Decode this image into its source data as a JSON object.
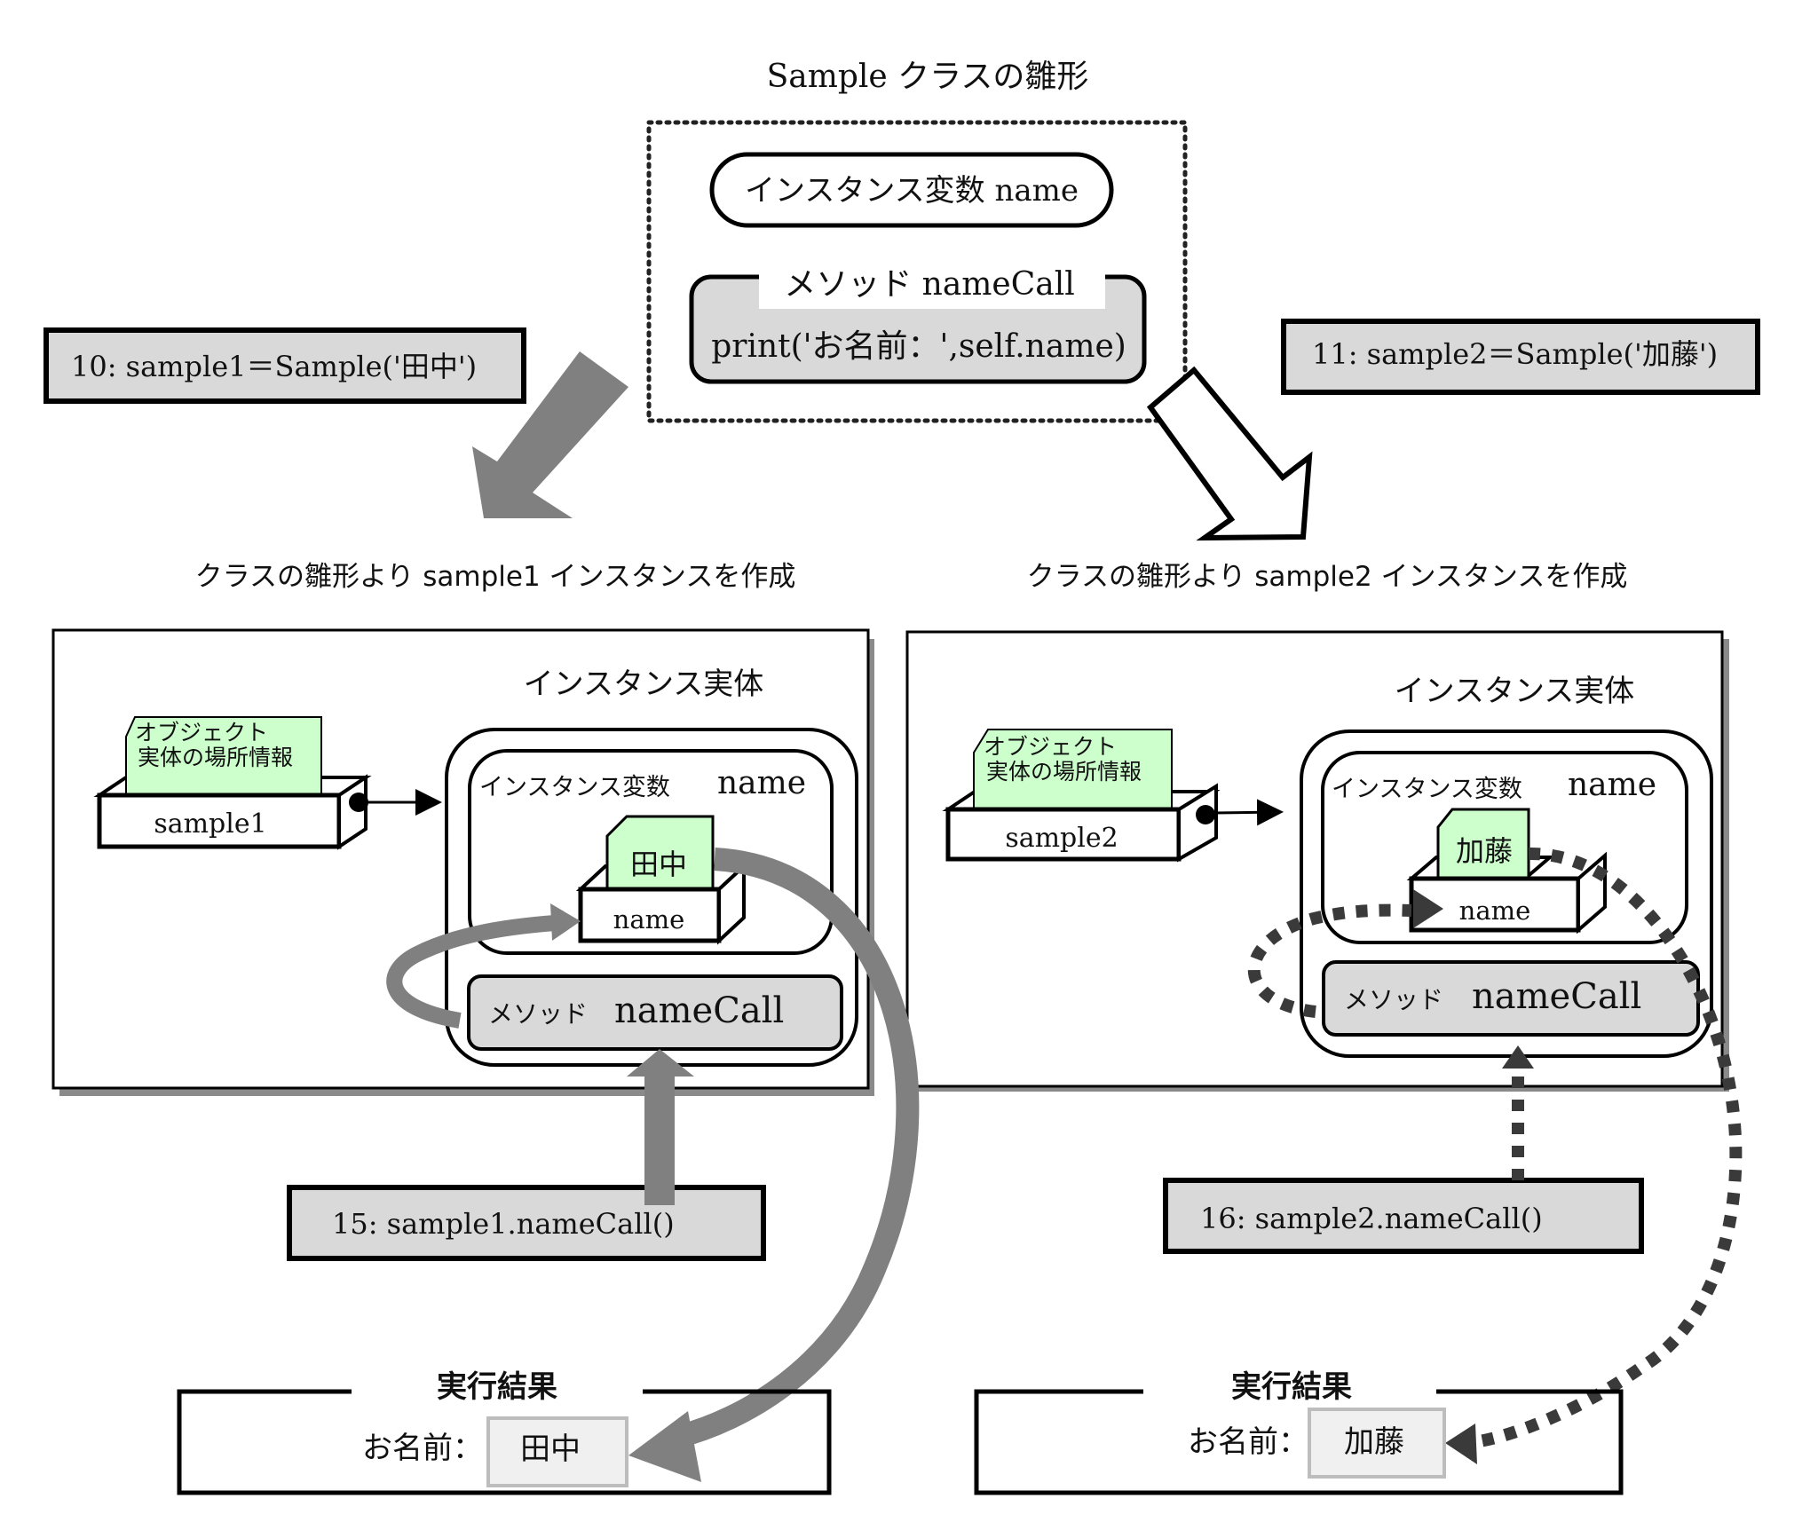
{
  "class_template": {
    "title": "Sample クラスの雛形",
    "instance_var_label": "インスタンス変数  name",
    "method_label": "メソッド  nameCall",
    "method_body": "print('お名前：',self.name)"
  },
  "code_lines": {
    "line10": "10:    sample1＝Sample('田中')",
    "line11": "11:    sample2＝Sample('加藤')",
    "line15": "15:    sample1.nameCall()",
    "line16": "16:    sample2.nameCall()"
  },
  "instances": [
    {
      "caption": "クラスの雛形より sample1 インスタンスを作成",
      "entity_title": "インスタンス実体",
      "reference_note": [
        "オブジェクト",
        "実体の場所情報"
      ],
      "variable_name": "sample1",
      "instance_var_caption": "インスタンス変数",
      "instance_var_name": "name",
      "value": "田中",
      "box_label": "name",
      "method_caption": "メソッド",
      "method_name": "nameCall",
      "result_title": "実行結果",
      "result_label": "お名前：",
      "result_value": "田中",
      "arrow_style": "solid"
    },
    {
      "caption": "クラスの雛形より sample2 インスタンスを作成",
      "entity_title": "インスタンス実体",
      "reference_note": [
        "オブジェクト",
        "実体の場所情報"
      ],
      "variable_name": "sample2",
      "instance_var_caption": "インスタンス変数",
      "instance_var_name": "name",
      "value": "加藤",
      "box_label": "name",
      "method_caption": "メソッド",
      "method_name": "nameCall",
      "result_title": "実行結果",
      "result_label": "お名前：",
      "result_value": "加藤",
      "arrow_style": "dotted"
    }
  ],
  "colors": {
    "code_box_fill": "#d9d9d9",
    "note_fill": "#ccffcc",
    "solid_arrow": "#808080",
    "dotted_arrow": "#3a3a3a",
    "result_value_fill": "#f0f0f0"
  }
}
